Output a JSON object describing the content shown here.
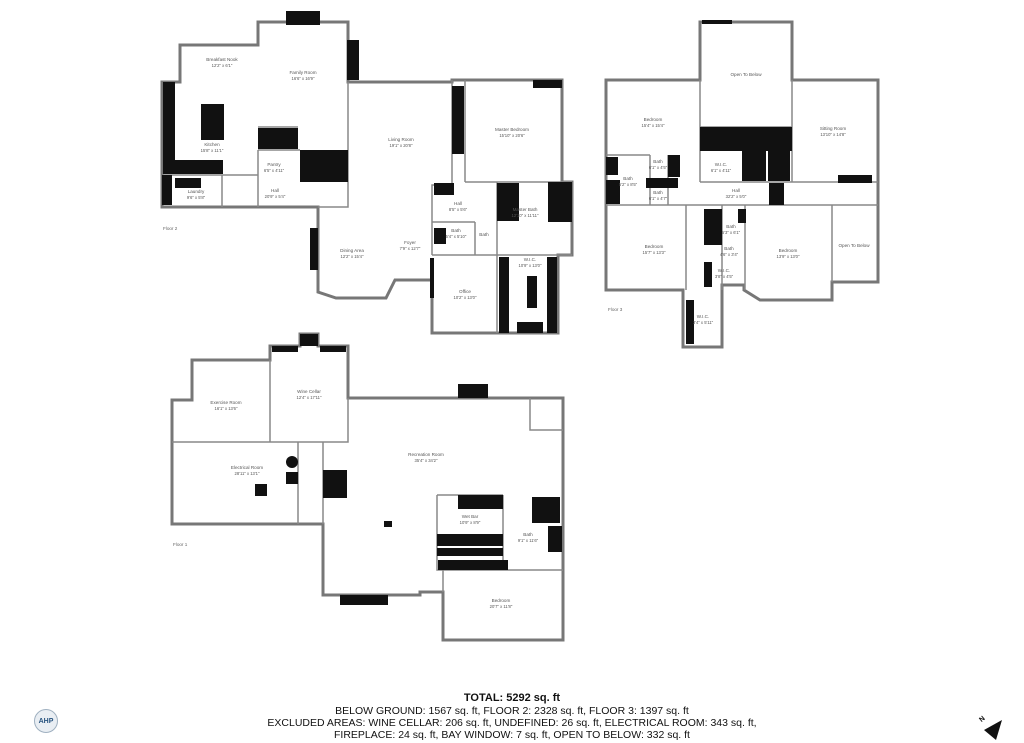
{
  "floors": {
    "floor2": {
      "label": "Floor 2",
      "rooms": [
        {
          "name": "Breakfast Nook",
          "dims": "12'2\" x 6'1\""
        },
        {
          "name": "Family Room",
          "dims": "16'6\" x 16'9\""
        },
        {
          "name": "Kitchen",
          "dims": "15'8\" x 11'1\""
        },
        {
          "name": "Pantry",
          "dims": "6'5\" x 4'11\""
        },
        {
          "name": "Laundry",
          "dims": "9'6\" x 5'8\""
        },
        {
          "name": "Hall",
          "dims": "20'9\" x 5'4\""
        },
        {
          "name": "Living Room",
          "dims": "19'1\" x 20'8\""
        },
        {
          "name": "Dining Area",
          "dims": "12'2\" x 15'4\""
        },
        {
          "name": "Foyer",
          "dims": "7'9\" x 12'7\""
        },
        {
          "name": "Master Bedroom",
          "dims": "15'10\" x 20'6\""
        },
        {
          "name": "Hall",
          "dims": "8'5\" x 5'6\""
        },
        {
          "name": "Bath",
          "dims": "5'4\" x 5'10\""
        },
        {
          "name": "Bath",
          "dims": ""
        },
        {
          "name": "Master Bath",
          "dims": "12'10\" x 11'11\""
        },
        {
          "name": "W.I.C.",
          "dims": "10'9\" x 13'0\""
        },
        {
          "name": "Office",
          "dims": "10'2\" x 13'0\""
        }
      ]
    },
    "floor3": {
      "label": "Floor 3",
      "rooms": [
        {
          "name": "Open To Below",
          "dims": ""
        },
        {
          "name": "Bedroom",
          "dims": "15'4\" x 15'4\""
        },
        {
          "name": "Sitting Room",
          "dims": "13'10\" x 14'8\""
        },
        {
          "name": "Bath",
          "dims": "5'2\" x 8'5\""
        },
        {
          "name": "Bath",
          "dims": "6'1\" x 4'5\""
        },
        {
          "name": "Bath",
          "dims": "6'1\" x 4'7\""
        },
        {
          "name": "W.I.C.",
          "dims": "6'1\" x 4'11\""
        },
        {
          "name": "Hall",
          "dims": "32'2\" x 5'0\""
        },
        {
          "name": "Bedroom",
          "dims": "15'7\" x 13'3\""
        },
        {
          "name": "Bath",
          "dims": "5'3\" x 6'1\""
        },
        {
          "name": "Bath",
          "dims": "4'6\" x 3'4\""
        },
        {
          "name": "W.I.C.",
          "dims": "3'8\" x 4'5\""
        },
        {
          "name": "Bedroom",
          "dims": "13'9\" x 13'0\""
        },
        {
          "name": "Open To Below",
          "dims": ""
        },
        {
          "name": "W.I.C.",
          "dims": "3'4\" x 5'11\""
        }
      ]
    },
    "floor1": {
      "label": "Floor 1",
      "rooms": [
        {
          "name": "Exercise Room",
          "dims": "16'1\" x 13'6\""
        },
        {
          "name": "Wine Cellar",
          "dims": "12'4\" x 17'11\""
        },
        {
          "name": "Electrical Room",
          "dims": "28'11\" x 13'1\""
        },
        {
          "name": "Recreation Room",
          "dims": "35'4\" x 34'2\""
        },
        {
          "name": "Wet Bar",
          "dims": "10'9\" x 8'9\""
        },
        {
          "name": "Bath",
          "dims": "9'1\" x 11'6\""
        },
        {
          "name": "Bedroom",
          "dims": "20'7\" x 11'8\""
        }
      ]
    }
  },
  "summary": {
    "total": "TOTAL: 5292 sq. ft",
    "line1": "BELOW GROUND: 1567 sq. ft, FLOOR 2: 2328 sq. ft, FLOOR 3: 1397 sq. ft",
    "line2": "EXCLUDED AREAS: WINE CELLAR: 206 sq. ft, UNDEFINED: 26 sq. ft, ELECTRICAL ROOM: 343 sq. ft,",
    "line3": "FIREPLACE: 24 sq. ft, BAY WINDOW: 7 sq. ft, OPEN TO BELOW: 332 sq. ft"
  },
  "logo": {
    "text": "AHP",
    "icon": "company-logo"
  },
  "compass": {
    "letter": "N",
    "icon": "north-arrow-icon"
  }
}
